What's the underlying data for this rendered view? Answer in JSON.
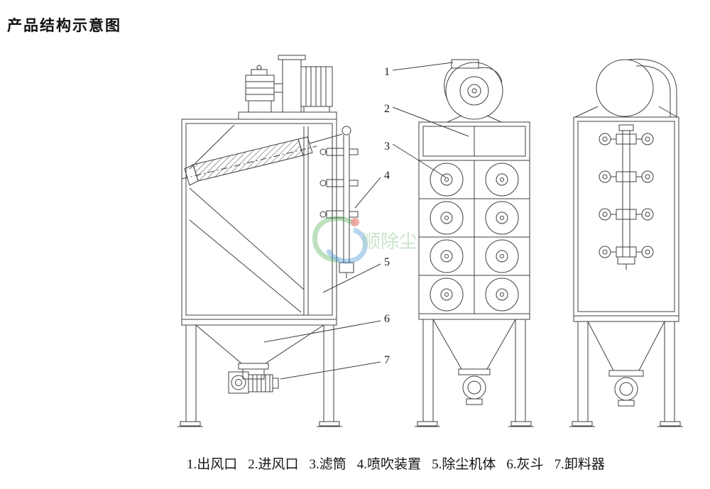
{
  "title": "产品结构示意图",
  "callouts": [
    {
      "num": "1",
      "label": "出风口"
    },
    {
      "num": "2",
      "label": "进风口"
    },
    {
      "num": "3",
      "label": "滤筒"
    },
    {
      "num": "4",
      "label": "喷吹装置"
    },
    {
      "num": "5",
      "label": "除尘机体"
    },
    {
      "num": "6",
      "label": "灰斗"
    },
    {
      "num": "7",
      "label": "卸料器"
    }
  ],
  "legend": {
    "items": [
      "1.出风口",
      "2.进风口",
      "3.滤筒",
      "4.喷吹装置",
      "5.除尘机体",
      "6.灰斗",
      "7.卸料器"
    ]
  },
  "watermark": {
    "text": "顺除尘"
  },
  "colors": {
    "line": "#3f3f3f",
    "title_color": "#111111",
    "caption_color": "#141414",
    "watermark_green": "#4aa84a",
    "watermark_blue": "#2f86d0",
    "watermark_red": "#e23b2e"
  }
}
